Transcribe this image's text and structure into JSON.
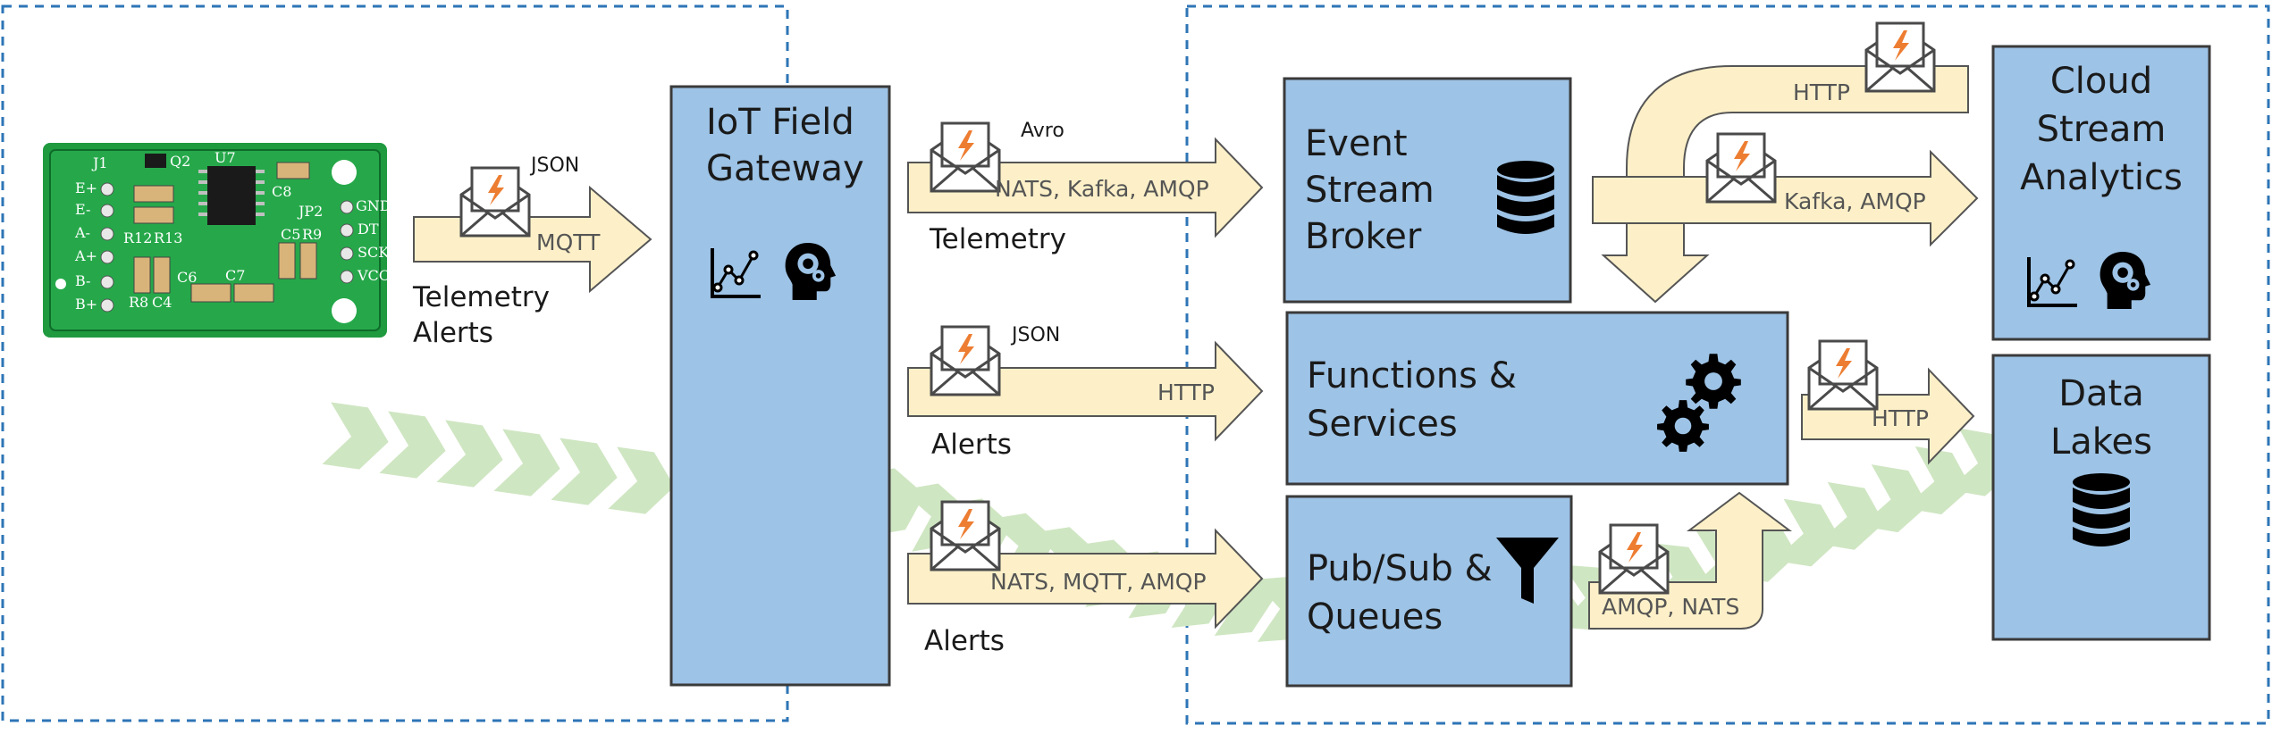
{
  "colors": {
    "box_fill": "#9dc3e6",
    "box_stroke": "#3a3a3a",
    "arrow_fill": "#fdf0c8",
    "arrow_stroke": "#555555",
    "flow_band": "#cfe6c2",
    "dashed_border": "#2e75b6",
    "envelope_flash": "#ed7d31",
    "pcb_green": "#1f9a3f"
  },
  "sensor_board": {
    "labels": [
      "J1",
      "Q2",
      "U7",
      "C8",
      "JP2",
      "GND",
      "DT",
      "SCK",
      "VCC",
      "E+",
      "E-",
      "A-",
      "A+",
      "B-",
      "B+",
      "R12",
      "R13",
      "C5",
      "R9",
      "C6",
      "C7",
      "R8",
      "C4"
    ]
  },
  "sensor_to_gateway": {
    "format": "JSON",
    "protocol": "MQTT",
    "caption_line1": "Telemetry",
    "caption_line2": "Alerts"
  },
  "gateway": {
    "title_line1": "IoT Field",
    "title_line2": "Gateway",
    "icons": [
      "line-chart-icon",
      "brain-gears-icon"
    ]
  },
  "flows": [
    {
      "format": "Avro",
      "protocol": "NATS, Kafka, AMQP",
      "caption": "Telemetry"
    },
    {
      "format": "JSON",
      "protocol": "HTTP",
      "caption": "Alerts"
    },
    {
      "format": "",
      "protocol": "NATS, MQTT, AMQP",
      "caption": "Alerts"
    }
  ],
  "event_broker": {
    "title_line1": "Event",
    "title_line2": "Stream",
    "title_line3": "Broker",
    "icon": "database-icon"
  },
  "functions": {
    "title_line1": "Functions &",
    "title_line2": "Services",
    "icon": "gears-icon"
  },
  "pubsub": {
    "title_line1": "Pub/Sub &",
    "title_line2": "Queues",
    "icon": "funnel-icon"
  },
  "cloud_analytics": {
    "title_line1": "Cloud",
    "title_line2": "Stream",
    "title_line3": "Analytics",
    "icons": [
      "line-chart-icon",
      "brain-gears-icon"
    ]
  },
  "data_lakes": {
    "title_line1": "Data",
    "title_line2": "Lakes",
    "icon": "database-icon"
  },
  "broker_loop_arrow": {
    "protocol": "HTTP"
  },
  "broker_to_analytics": {
    "protocol": "Kafka, AMQP"
  },
  "functions_to_lakes": {
    "protocol": "HTTP"
  },
  "pubsub_up_arrow": {
    "protocol": "AMQP, NATS"
  }
}
